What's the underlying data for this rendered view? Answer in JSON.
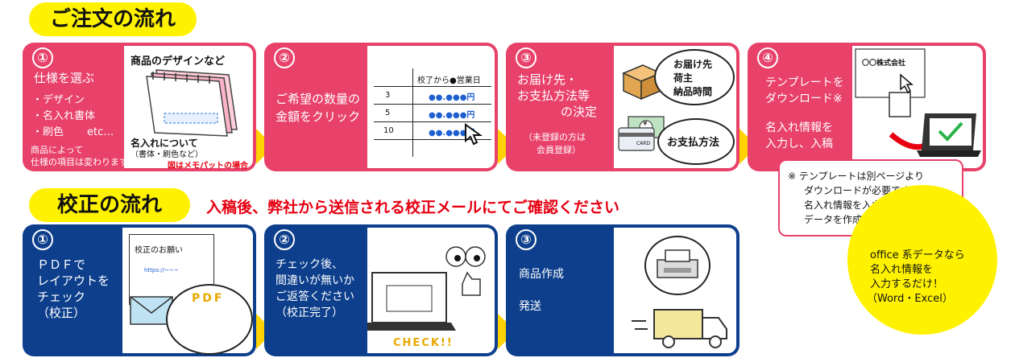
{
  "order_section": {
    "title": "ご注文の流れ",
    "steps": [
      {
        "number": "①",
        "heading": "仕様を選ぶ",
        "bullets": [
          "・デザイン",
          "・名入れ書体",
          "・刷色"
        ],
        "etc": "etc…",
        "note_line1": "商品によって",
        "note_line2": "仕様の項目は変わります",
        "panel_caption_top": "商品のデザインなど",
        "panel_caption_mid1": "名入れについて",
        "panel_caption_mid2": "（書体・刷色など）",
        "panel_caption_bottom": "図はメモパットの場合"
      },
      {
        "number": "②",
        "line1": "ご希望の数量の",
        "line2": "金額をクリック",
        "table_header": "校了から●営業日",
        "rows": [
          {
            "qty": "3",
            "price": "●●.●●●円"
          },
          {
            "qty": "5",
            "price": "●●.●●●円"
          },
          {
            "qty": "10",
            "price": "●●.●●●円"
          }
        ]
      },
      {
        "number": "③",
        "line1": "お届け先・",
        "line2": "お支払方法等",
        "line3": "の決定",
        "sub1": "（未登録の方は",
        "sub2": "会員登録）",
        "bubble1_line1": "お届け先",
        "bubble1_line2": "荷主",
        "bubble1_line3": "納品時間",
        "bubble2": "お支払方法",
        "card_text": "CARD",
        "yen": "¥"
      },
      {
        "number": "④",
        "line1": "テンプレートを",
        "line2": "ダウンロード※",
        "line3": "名入れ情報を",
        "line4": "入力し、入稿",
        "doc_company": "〇〇株式会社"
      }
    ],
    "note": {
      "line1": "※ テンプレートは別ページより",
      "line2": "ダウンロードが必要です。",
      "line3": "名入れ情報を入力した",
      "line4": "データを作成してください。"
    }
  },
  "proof_section": {
    "title": "校正の流れ",
    "subtitle": "入稿後、弊社から送信される校正メールにてご確認ください",
    "steps": [
      {
        "number": "①",
        "line1": "ＰＤＦで",
        "line2": "レイアウトを",
        "line3": "チェック",
        "line4": "（校正）",
        "window_title": "校正のお願い",
        "window_link": "https://~~~",
        "pdf_label": "PDF"
      },
      {
        "number": "②",
        "line1": "チェック後、",
        "line2": "間違いが無いか",
        "line3": "ご返答ください",
        "line4": "（校正完了）",
        "check_label": "CHECK!!"
      },
      {
        "number": "③",
        "line1": "商品作成",
        "line2": "発送"
      }
    ]
  },
  "office_badge": {
    "line1": "office 系データなら",
    "line2": "名入れ情報を",
    "line3": "入力するだけ！",
    "line4": "（Word・Excel）"
  },
  "colors": {
    "pink": "#e8416a",
    "navy": "#0d3f8c",
    "yellow": "#fff200",
    "arrow": "#ffd200",
    "red": "#e60012"
  }
}
